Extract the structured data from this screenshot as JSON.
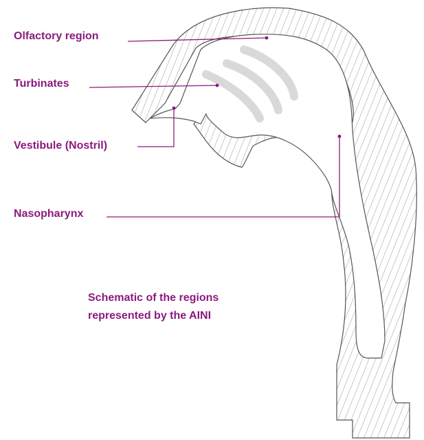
{
  "labels": {
    "olfactory": "Olfactory region",
    "turbinates": "Turbinates",
    "vestibule": "Vestibule (Nostril)",
    "nasopharynx": "Nasopharynx"
  },
  "caption": {
    "line1": "Schematic of the regions",
    "line2": "represented by the AINI"
  },
  "colors": {
    "accent": "#8b1a7e",
    "outline": "#555555",
    "hatch": "#7a7a7a",
    "turbinate": "#d9d9d9"
  }
}
